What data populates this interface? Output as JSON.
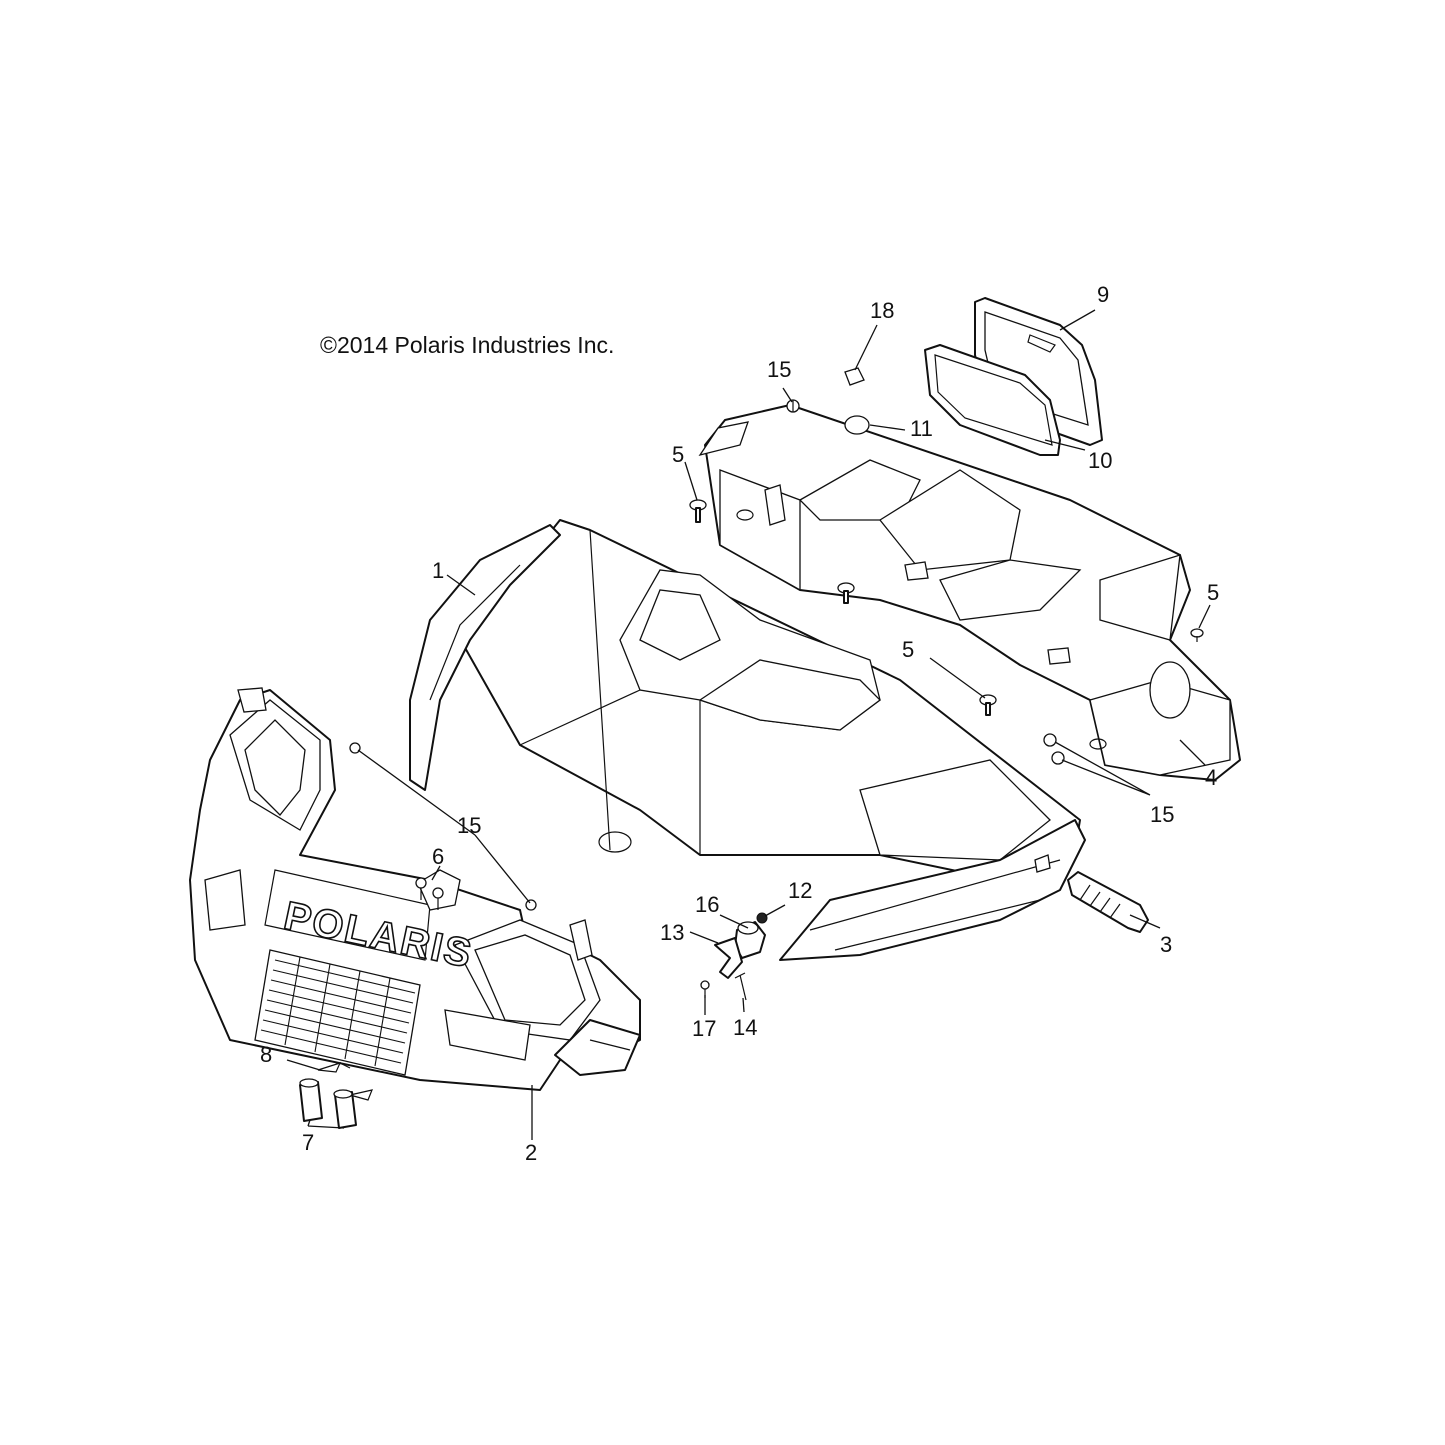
{
  "copyright": "©2014 Polaris Industries Inc.",
  "brand_emblem": "POLARIS",
  "callouts": {
    "c1": "1",
    "c2": "2",
    "c3": "3",
    "c4": "4",
    "c5a": "5",
    "c5b": "5",
    "c5c": "5",
    "c6": "6",
    "c7": "7",
    "c8": "8",
    "c9": "9",
    "c10": "10",
    "c11": "11",
    "c12": "12",
    "c13": "13",
    "c14": "14",
    "c15a": "15",
    "c15b": "15",
    "c15c": "15",
    "c16": "16",
    "c17": "17",
    "c18": "18"
  }
}
